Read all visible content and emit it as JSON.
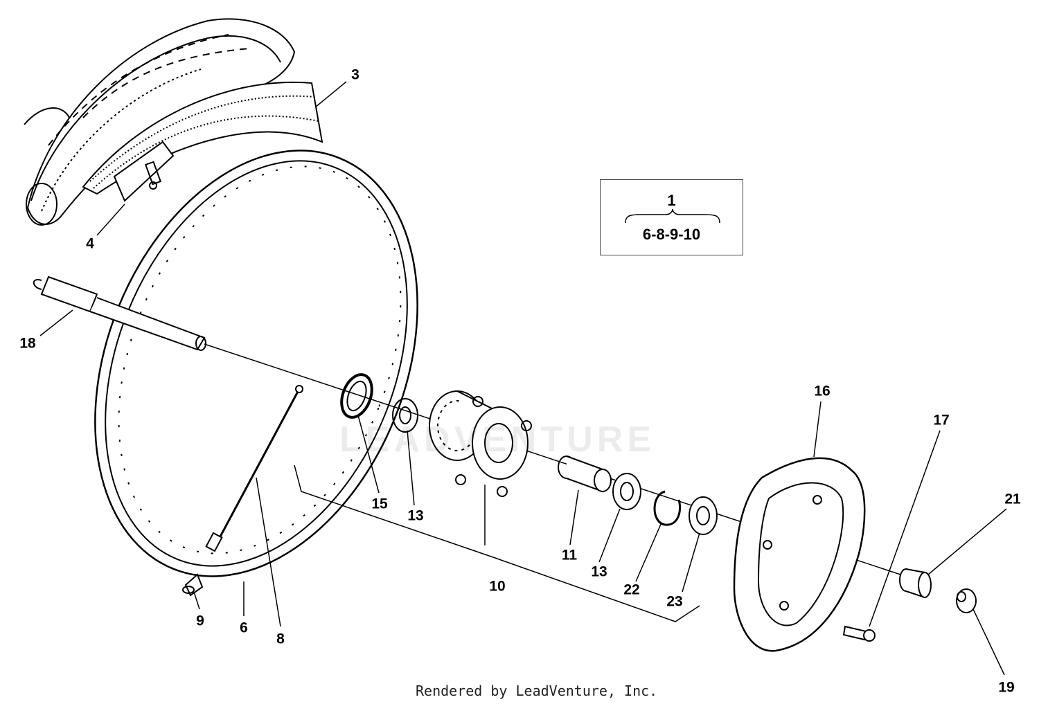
{
  "diagram": {
    "kit_box": {
      "head": "1",
      "parts": "6-8-9-10"
    },
    "credit": "Rendered by LeadVenture, Inc.",
    "watermark": "LEADVENTURE",
    "callouts": [
      {
        "id": "3",
        "text": "3"
      },
      {
        "id": "4",
        "text": "4"
      },
      {
        "id": "18",
        "text": "18"
      },
      {
        "id": "15",
        "text": "15"
      },
      {
        "id": "13a",
        "text": "13"
      },
      {
        "id": "11",
        "text": "11"
      },
      {
        "id": "13b",
        "text": "13"
      },
      {
        "id": "22",
        "text": "22"
      },
      {
        "id": "23",
        "text": "23"
      },
      {
        "id": "10",
        "text": "10"
      },
      {
        "id": "16",
        "text": "16"
      },
      {
        "id": "17",
        "text": "17"
      },
      {
        "id": "21",
        "text": "21"
      },
      {
        "id": "19",
        "text": "19"
      },
      {
        "id": "9",
        "text": "9"
      },
      {
        "id": "6",
        "text": "6"
      },
      {
        "id": "8",
        "text": "8"
      }
    ]
  }
}
